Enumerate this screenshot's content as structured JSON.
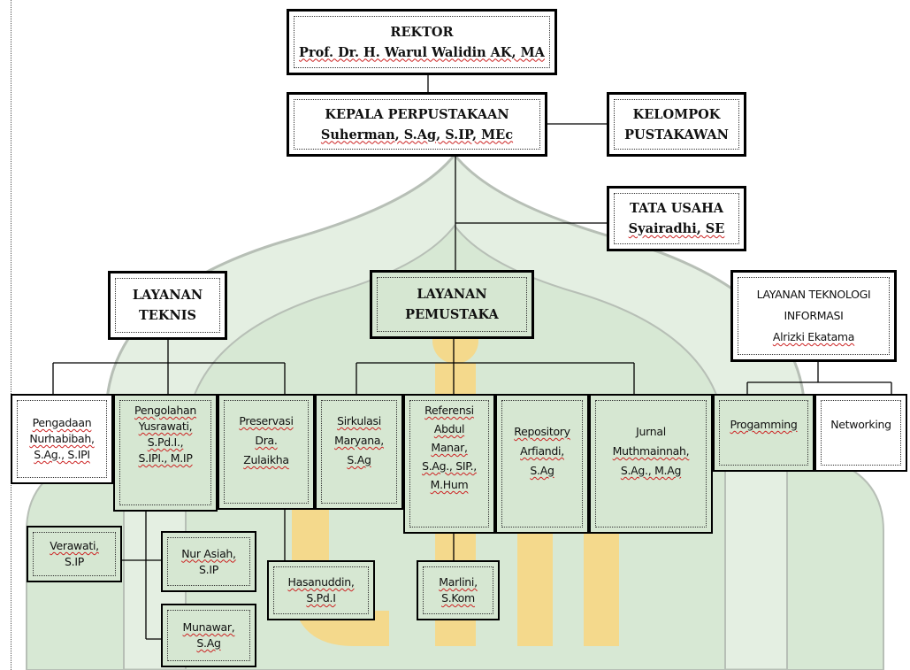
{
  "watermark": {
    "colors": {
      "green": "#cfe4cd",
      "gold": "#f5d98a",
      "outline": "#9aa39a"
    },
    "letters": "UIN"
  },
  "rektor": {
    "title": "REKTOR",
    "name": "Prof. Dr. H. Warul Walidin AK, MA"
  },
  "kepala": {
    "title": "KEPALA PERPUSTAKAAN",
    "name": "Suherman, S.Ag, S.IP, MEc"
  },
  "kelompok": {
    "line1": "KELOMPOK",
    "line2": "PUSTAKAWAN"
  },
  "tata_usaha": {
    "title": "TATA USAHA",
    "name": "Syairadhi, SE"
  },
  "layanan_teknis": {
    "line1": "LAYANAN",
    "line2": "TEKNIS"
  },
  "layanan_pemustaka": {
    "line1": "LAYANAN",
    "line2": "PEMUSTAKA"
  },
  "layanan_ti": {
    "line1": "LAYANAN TEKNOLOGI",
    "line2": "INFORMASI",
    "name": "Alrizki Ekatama"
  },
  "pengadaan": {
    "title": "Pengadaan",
    "line1": "Nurhabibah,",
    "line2": "S.Ag., S.IPI"
  },
  "pengolahan": {
    "title": "Pengolahan",
    "line1": "Yusrawati,",
    "line2": "S.Pd.I.,",
    "line3": "S.IPI., M.IP"
  },
  "preservasi": {
    "title": "Preservasi",
    "line1": "Dra.",
    "line2": "Zulaikha"
  },
  "sirkulasi": {
    "title": "Sirkulasi",
    "line1": "Maryana,",
    "line2": "S.Ag"
  },
  "referensi": {
    "title": "Referensi",
    "line1": "Abdul",
    "line2": "Manar,",
    "line3": "S.Ag., SIP.,",
    "line4": "M.Hum"
  },
  "repository": {
    "title": "Repository",
    "line1": "Arfiandi,",
    "line2": "S.Ag"
  },
  "jurnal": {
    "title": "Jurnal",
    "line1": "Muthmainnah,",
    "line2": "S.Ag., M.Ag"
  },
  "programming": {
    "title": "Progamming"
  },
  "networking": {
    "title": "Networking"
  },
  "verawati": {
    "line1": "Verawati,",
    "line2": "S.IP"
  },
  "nur_asiah": {
    "line1": "Nur Asiah,",
    "line2": "S.IP"
  },
  "munawar": {
    "line1": "Munawar,",
    "line2": "S.Ag"
  },
  "hasanuddin": {
    "line1": "Hasanuddin,",
    "line2": "S.Pd.I"
  },
  "marlini": {
    "line1": "Marlini,",
    "line2": "S.Kom"
  }
}
